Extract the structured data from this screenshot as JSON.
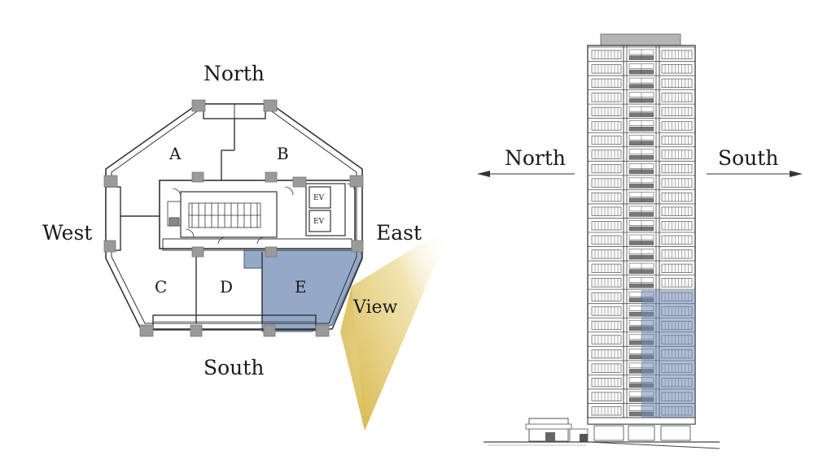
{
  "floorplan": {
    "compass": {
      "north": "North",
      "south": "South",
      "east": "East",
      "west": "West"
    },
    "units": [
      "A",
      "B",
      "C",
      "D",
      "E"
    ],
    "highlighted_unit": "E",
    "elevators": [
      "EV",
      "EV"
    ],
    "view_label": "View"
  },
  "elevation": {
    "left_direction": "North",
    "right_direction": "South"
  },
  "colors": {
    "highlight": "#8fa5c6",
    "view_cone": "#d6b740",
    "line": "#333333",
    "column": "#9a9a9a"
  }
}
